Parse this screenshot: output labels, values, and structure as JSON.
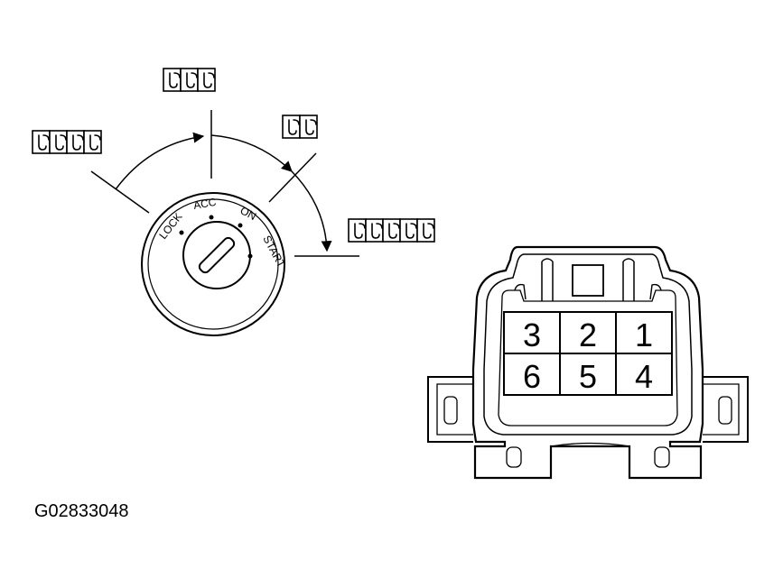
{
  "figure_code": "G02833048",
  "glyph_boxes": [
    {
      "name": "label-lock-glyphs",
      "chars": 4
    },
    {
      "name": "label-acc-glyphs",
      "chars": 3
    },
    {
      "name": "label-on-glyphs",
      "chars": 2
    },
    {
      "name": "label-start-glyphs",
      "chars": 5
    }
  ],
  "switch": {
    "positions": [
      "LOCK",
      "ACC",
      "ON",
      "START"
    ]
  },
  "connector": {
    "pins": [
      "3",
      "2",
      "1",
      "6",
      "5",
      "4"
    ]
  },
  "colors": {
    "ink": "#000000",
    "background": "#ffffff"
  }
}
